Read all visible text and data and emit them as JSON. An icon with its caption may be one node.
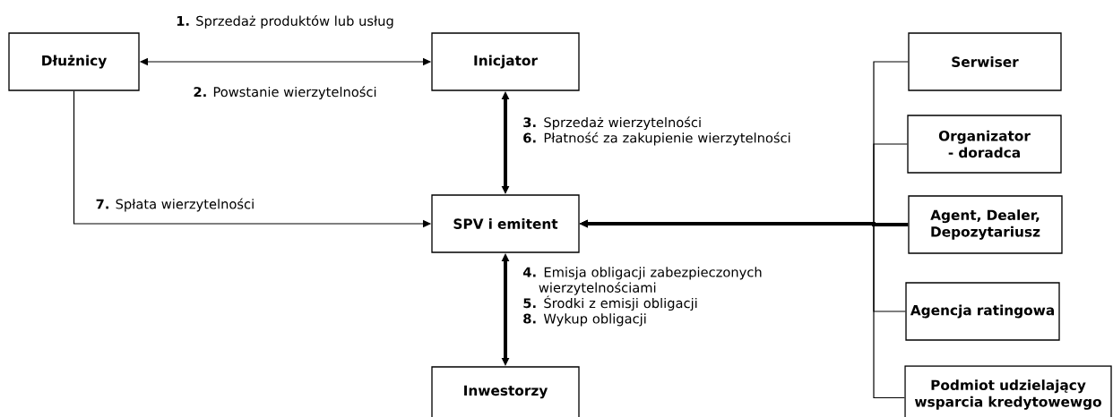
{
  "diagram": {
    "nodes": [
      {
        "text": [
          "Dłużnicy"
        ]
      },
      {
        "text": [
          "Inicjator"
        ]
      },
      {
        "text": [
          "SPV i emitent"
        ]
      },
      {
        "text": [
          "Inwestorzy"
        ]
      },
      {
        "text": [
          "Serwiser"
        ]
      },
      {
        "text": [
          "Organizator - doradca"
        ]
      },
      {
        "text": [
          "Agent, Dealer, Depozytariusz"
        ]
      },
      {
        "text": [
          "Agencja ratingowa"
        ]
      },
      {
        "text": [
          "Podmiot udzielający wsparcia kredytowewgo"
        ]
      }
    ],
    "edges": [
      {
        "from": 0,
        "to": 1,
        "arrow": "both"
      },
      {
        "from": 1,
        "to": 2,
        "arrow": "both",
        "style": "thick"
      },
      {
        "from": 0,
        "to": 2,
        "arrow": "to",
        "label": "**7.** Spłata wierzytelności"
      },
      {
        "from": 2,
        "to": 3,
        "arrow": "both",
        "style": "thick"
      },
      {
        "from": 4,
        "to": 2,
        "arrow": "to"
      },
      {
        "from": 5,
        "to": 2,
        "arrow": "to"
      },
      {
        "from": 6,
        "to": 2,
        "arrow": "to",
        "style": "thick"
      },
      {
        "from": 7,
        "to": 2,
        "arrow": "to"
      },
      {
        "from": 8,
        "to": 2,
        "arrow": "to"
      }
    ],
    "labels": [
      "**1.** Sprzedaż produktów lub usług",
      "**2.** Powstanie wierzytelności",
      "**3.** Sprzedaż wierzytelności",
      "**6.** Płatność za zakupienie wierzytelności",
      "**4.** Emisja obligacji zabezpieczonych wierzytelnościami",
      "**5.** Środki z emisji obligacji",
      "**8.** Wykup obligacji"
    ]
  }
}
